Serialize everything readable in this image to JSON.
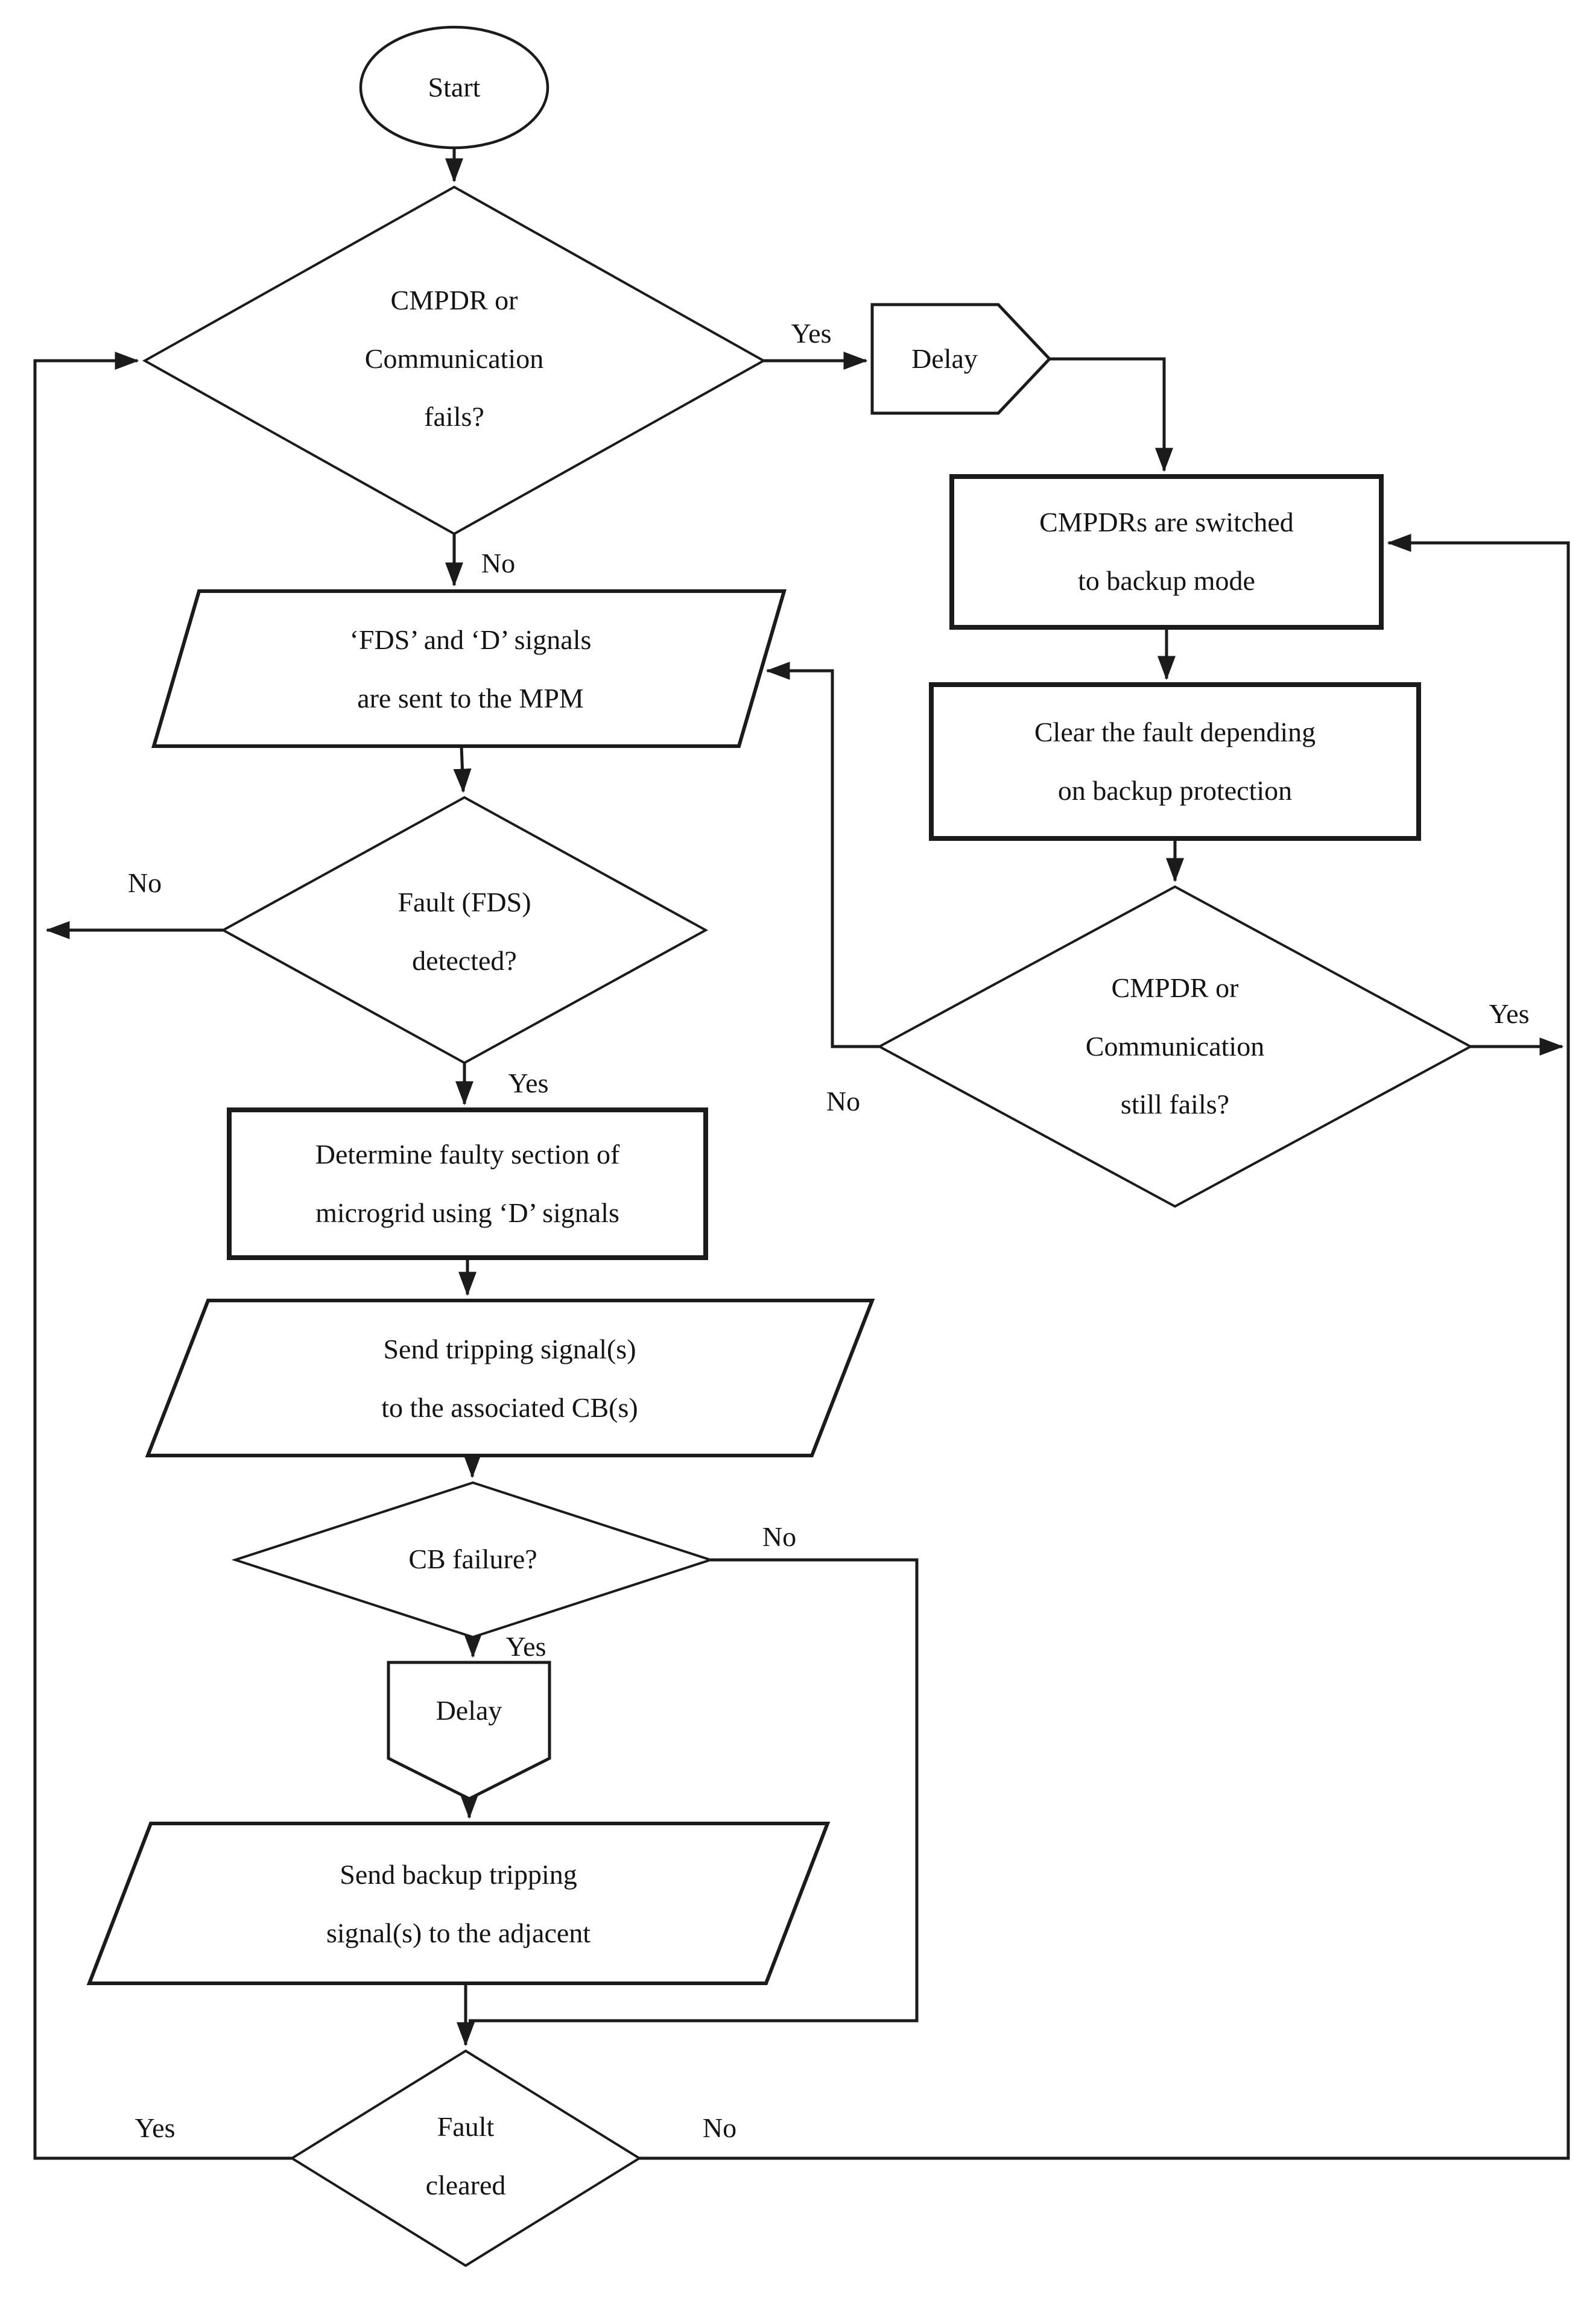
{
  "diagram": {
    "title": "CMPDR microgrid protection flowchart",
    "colors": {
      "background": "#ffffff",
      "stroke": "#1b1b1b",
      "text": "#141414"
    },
    "nodes": {
      "start": {
        "type": "terminator",
        "label": "Start"
      },
      "d1": {
        "type": "decision",
        "label": "CMPDR or\nCommunication\nfails?"
      },
      "delay1": {
        "type": "delay",
        "label": "Delay"
      },
      "b1": {
        "type": "process",
        "label": "CMPDRs are switched\nto backup mode"
      },
      "b2": {
        "type": "process",
        "label": "Clear the fault depending\non backup protection"
      },
      "d2": {
        "type": "decision",
        "label": "CMPDR or\nCommunication\nstill fails?"
      },
      "p1": {
        "type": "io",
        "label": "‘FDS’ and ‘D’ signals\nare sent to the MPM"
      },
      "d3": {
        "type": "decision",
        "label": "Fault (FDS)\ndetected?"
      },
      "b3": {
        "type": "process",
        "label": "Determine faulty section of\nmicrogrid using ‘D’ signals"
      },
      "p2": {
        "type": "io",
        "label": "Send tripping signal(s)\nto the associated CB(s)"
      },
      "d4": {
        "type": "decision",
        "label": "CB failure?"
      },
      "delay2": {
        "type": "delay",
        "label": "Delay"
      },
      "p3": {
        "type": "io",
        "label": "Send backup tripping\nsignal(s) to the adjacent"
      },
      "d5": {
        "type": "decision",
        "label": "Fault\ncleared"
      }
    },
    "edge_labels": {
      "d1_yes": "Yes",
      "d1_no": "No",
      "d2_yes": "Yes",
      "d2_no": "No",
      "d3_yes": "Yes",
      "d3_no": "No",
      "d4_yes": "Yes",
      "d4_no": "No",
      "d5_yes": "Yes",
      "d5_no": "No"
    }
  }
}
